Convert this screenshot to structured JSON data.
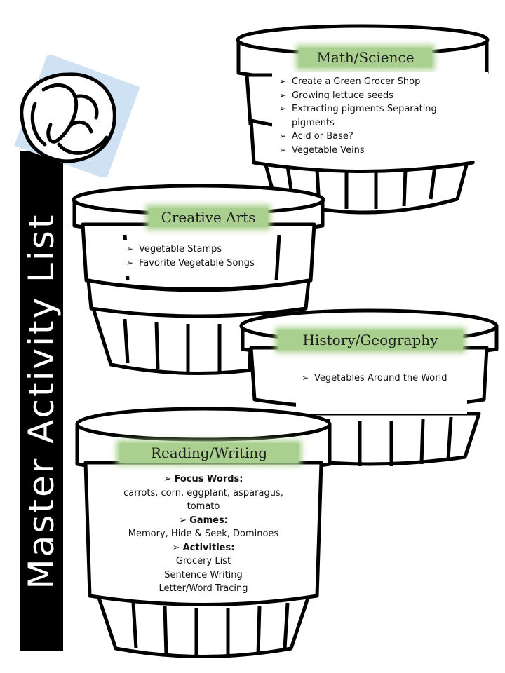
{
  "page": {
    "title": "Master Activity List"
  },
  "icons": {
    "logo": "cabbage-icon",
    "bullet": "arrowhead-bullet-icon"
  },
  "colors": {
    "label_highlight": "#a9d08e",
    "title_bar": "#000000",
    "title_text": "#ffffff",
    "logo_background": "#cfe2f3"
  },
  "baskets": {
    "math_science": {
      "label": "Math/Science",
      "items": [
        "Create a Green Grocer Shop",
        "Growing lettuce seeds",
        "Extracting pigments Separating pigments",
        "Acid or Base?",
        "Vegetable Veins"
      ]
    },
    "creative_arts": {
      "label": "Creative Arts",
      "items": [
        "Vegetable Stamps",
        "Favorite Vegetable Songs"
      ]
    },
    "history_geography": {
      "label": "History/Geography",
      "items": [
        "Vegetables Around the World"
      ]
    },
    "reading_writing": {
      "label": "Reading/Writing",
      "focus_words_heading": "Focus Words:",
      "focus_words": "carrots, corn, eggplant, asparagus, tomato",
      "games_heading": "Games:",
      "games": "Memory, Hide & Seek, Dominoes",
      "activities_heading": "Activities:",
      "activities": [
        "Grocery List",
        "Sentence Writing",
        "Letter/Word Tracing"
      ]
    }
  }
}
